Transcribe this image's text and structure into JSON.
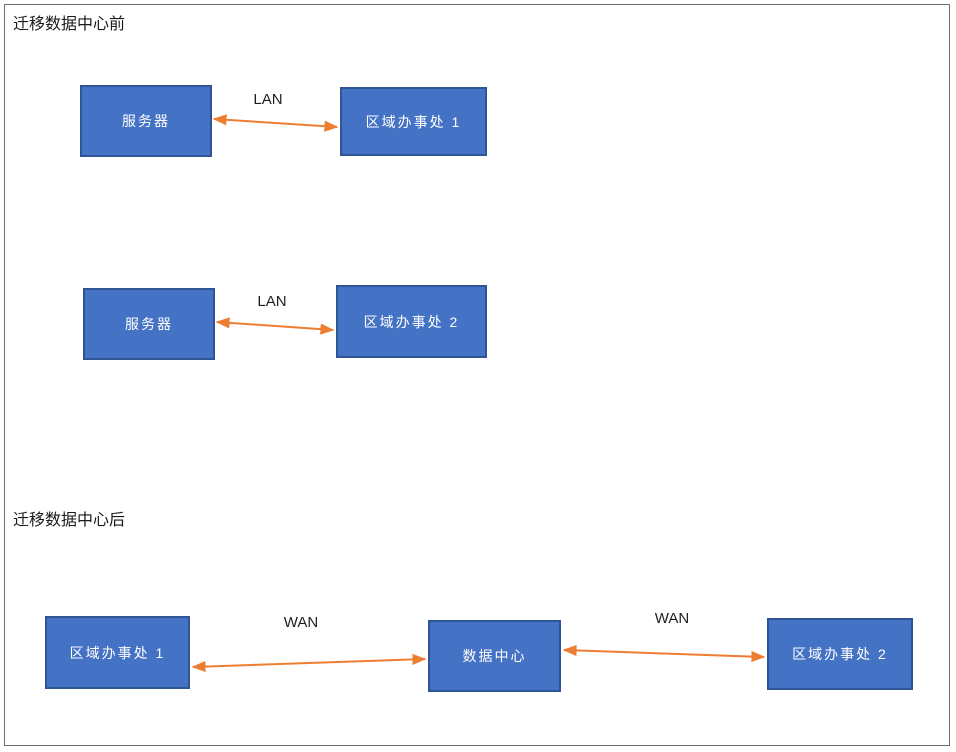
{
  "colors": {
    "node_fill": "#4472C4",
    "node_border": "#2F5597",
    "arrow": "#ED7D31",
    "node_text": "#FFFFFF",
    "label_text": "#1A1A1A",
    "canvas_border": "#6E6E6E"
  },
  "sections": {
    "before": {
      "label": "迁移数据中心前",
      "rows": [
        {
          "left_node": "服务器",
          "link_label": "LAN",
          "right_node": "区域办事处 1"
        },
        {
          "left_node": "服务器",
          "link_label": "LAN",
          "right_node": "区域办事处 2"
        }
      ]
    },
    "after": {
      "label": "迁移数据中心后",
      "left_node": "区域办事处 1",
      "left_link_label": "WAN",
      "center_node": "数据中心",
      "right_link_label": "WAN",
      "right_node": "区域办事处 2"
    }
  }
}
